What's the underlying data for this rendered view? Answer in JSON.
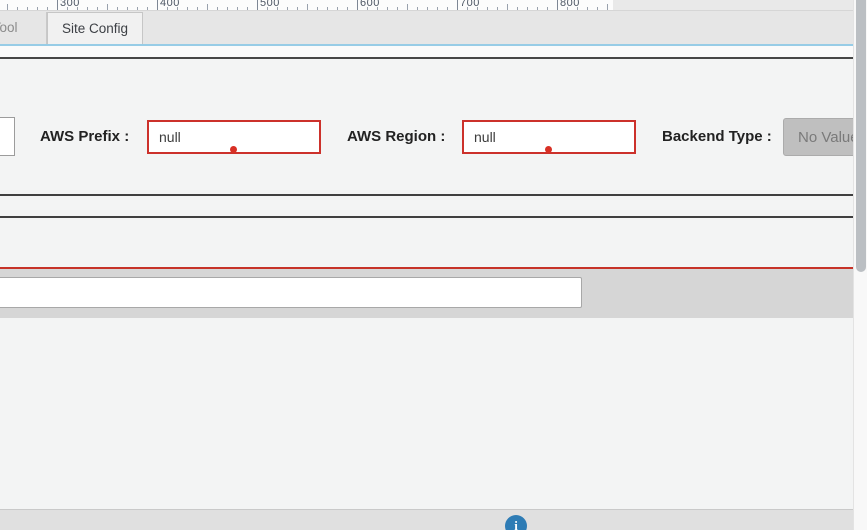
{
  "ruler": {
    "unit_labels": [
      "300",
      "400",
      "500",
      "600",
      "700",
      "800"
    ],
    "tick_start_x": 7,
    "tick_end_x": 607,
    "tick_step": 10,
    "label_start_x": 57,
    "label_spacing": 100
  },
  "tabs": [
    {
      "label": "y Tool",
      "active": false
    },
    {
      "label": "Site Config",
      "active": true
    }
  ],
  "form": {
    "aws_prefix": {
      "label": "AWS Prefix :",
      "value": "null"
    },
    "aws_region": {
      "label": "AWS Region :",
      "value": "null"
    },
    "backend_type": {
      "label": "Backend Type :",
      "value": "No Value"
    }
  },
  "bottom_input": {
    "value": ""
  },
  "footer": {
    "info_icon_glyph": "i"
  },
  "colors": {
    "error_border": "#cc312b",
    "error_dot": "#d83025",
    "accent_blue_line": "#97cce6",
    "dark_divider": "#474747",
    "red_divider": "#c63328",
    "info_icon_bg": "#2e7cb5",
    "disabled_value_bg": "#bfbfbf"
  }
}
